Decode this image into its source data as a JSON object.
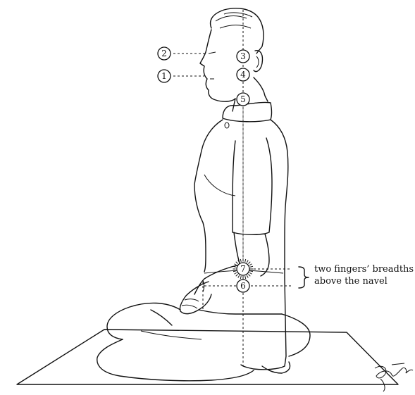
{
  "markers": [
    {
      "id": "marker-1",
      "label": "1"
    },
    {
      "id": "marker-2",
      "label": "2"
    },
    {
      "id": "marker-3",
      "label": "3"
    },
    {
      "id": "marker-4",
      "label": "4"
    },
    {
      "id": "marker-5",
      "label": "5"
    },
    {
      "id": "marker-6",
      "label": "6"
    },
    {
      "id": "marker-7",
      "label": "7"
    }
  ],
  "annotation": {
    "line1": "two fingers’ breadths",
    "line2": "above the navel"
  }
}
